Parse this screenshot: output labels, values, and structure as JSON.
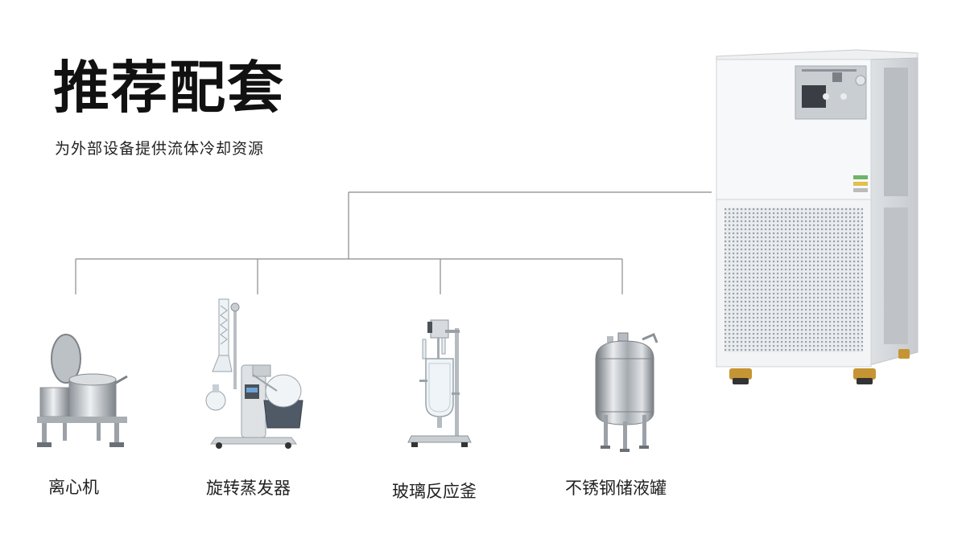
{
  "header": {
    "title": "推荐配套",
    "subtitle": "为外部设备提供流体冷却资源"
  },
  "items": [
    {
      "label": "离心机",
      "icon": "centrifuge-icon"
    },
    {
      "label": "旋转蒸发器",
      "icon": "rotary-evaporator-icon"
    },
    {
      "label": "玻璃反应釜",
      "icon": "glass-reactor-icon"
    },
    {
      "label": "不锈钢储液罐",
      "icon": "storage-tank-icon"
    }
  ],
  "colors": {
    "line": "#8a8a8a",
    "text": "#111111"
  }
}
